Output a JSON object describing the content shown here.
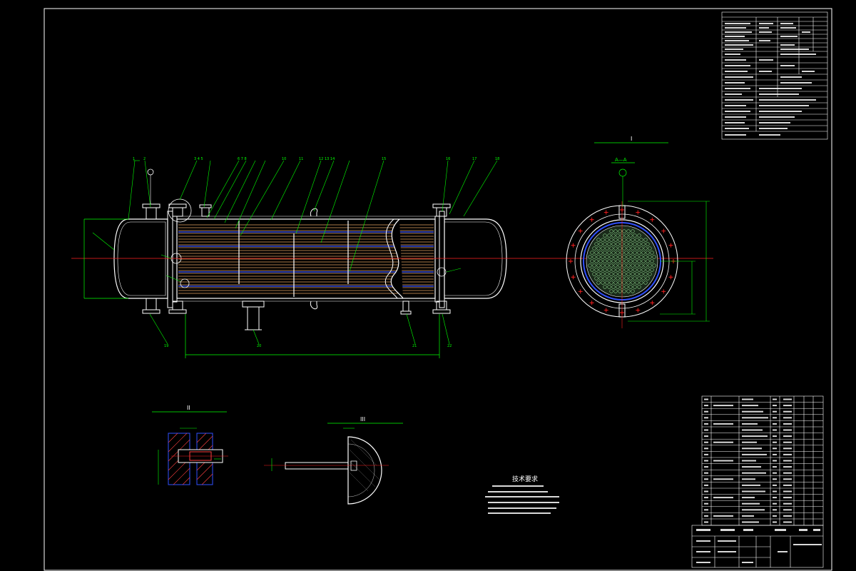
{
  "drawing": {
    "views": {
      "section_i": "I",
      "section_ii": "II",
      "section_iii": "III",
      "section_aa": "A—A"
    },
    "technical_requirements": {
      "title": "技术要求"
    },
    "colors": {
      "background": "#000000",
      "outline": "#ffffff",
      "leader": "#00ff00",
      "tube": "#e0a060",
      "baffle": "#ffffff",
      "blue": "#3050ff",
      "red": "#ff2020",
      "hatch": "#ff4040"
    }
  }
}
